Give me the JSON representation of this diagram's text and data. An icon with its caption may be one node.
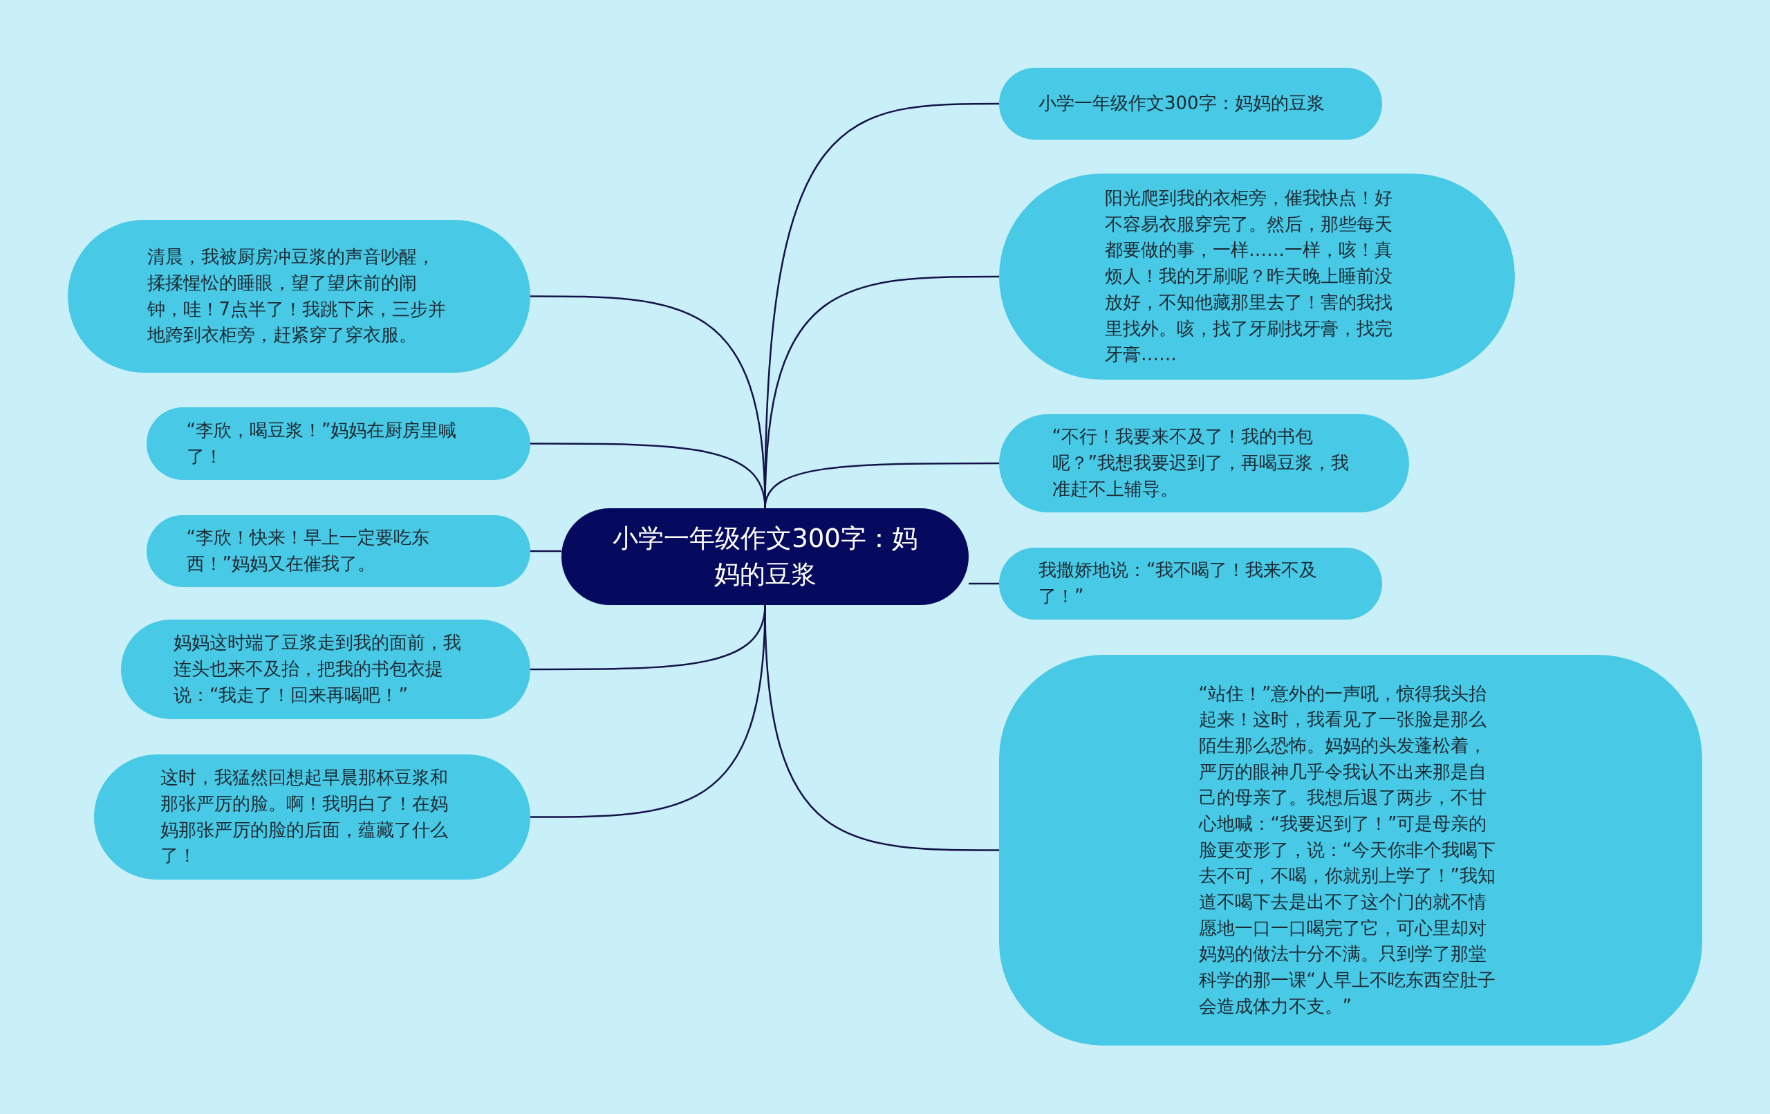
{
  "diagram": {
    "nodes": [
      {
        "text": [
          "小学一年级作文300字：妈妈的豆浆"
        ]
      },
      {
        "text": [
          "小学一年级作文300字：妈妈的豆浆"
        ]
      },
      {
        "text": [
          "阳光爬到我的衣柜旁，催我快点！好不容易衣服穿完了。然后，那些每天都要做的事，一样……一样，咳！真烦人！我的牙刷呢？昨天晚上睡前没放好，不知他藏那里去了！害的我找里找外。咳，找了牙刷找牙膏，找完牙膏……"
        ]
      },
      {
        "text": [
          "“不行！我要来不及了！我的书包呢？”我想我要迟到了，再喝豆浆，我准赶不上辅导。"
        ]
      },
      {
        "text": [
          "我撒娇地说：“我不喝了！我来不及了！”"
        ]
      },
      {
        "text": [
          "“站住！”意外的一声吼，惊得我头抬起来！这时，我看见了一张脸是那么陌生那么恐怖。妈妈的头发蓬松着，严厉的眼神几乎令我认不出来那是自己的母亲了。我想后退了两步，不甘心地喊：“我要迟到了！”可是母亲的脸更变形了，说：“今天你非个我喝下去不可，不喝，你就别上学了！”我知道不喝下去是出不了这个门的就不情愿地一口一口喝完了它，可心里却对妈妈的做法十分不满。只到学了那堂科学的那一课“人早上不吃东西空肚子会造成体力不支。”"
        ]
      },
      {
        "text": [
          "清晨，我被厨房冲豆浆的声音吵醒，揉揉惺忪的睡眼，望了望床前的闹钟，哇！7点半了！我跳下床，三步并地跨到衣柜旁，赶紧穿了穿衣服。"
        ]
      },
      {
        "text": [
          "“李欣，喝豆浆！”妈妈在厨房里喊了！"
        ]
      },
      {
        "text": [
          "“李欣！快来！早上一定要吃东西！”妈妈又在催我了。"
        ]
      },
      {
        "text": [
          "妈妈这时端了豆浆走到我的面前，我连头也来不及抬，把我的书包衣提说：“我走了！回来再喝吧！”"
        ]
      },
      {
        "text": [
          "这时，我猛然回想起早晨那杯豆浆和那张严厉的脸。啊！我明白了！在妈妈那张严厉的脸的后面，蕴藏了什么了！"
        ]
      }
    ],
    "edges": [
      {
        "from": 0,
        "to": 1,
        "arrow": "none"
      },
      {
        "from": 0,
        "to": 2,
        "arrow": "none"
      },
      {
        "from": 0,
        "to": 3,
        "arrow": "none"
      },
      {
        "from": 0,
        "to": 4,
        "arrow": "none"
      },
      {
        "from": 0,
        "to": 5,
        "arrow": "none"
      },
      {
        "from": 0,
        "to": 6,
        "arrow": "none"
      },
      {
        "from": 0,
        "to": 7,
        "arrow": "none"
      },
      {
        "from": 0,
        "to": 8,
        "arrow": "none"
      },
      {
        "from": 0,
        "to": 9,
        "arrow": "none"
      },
      {
        "from": 0,
        "to": 10,
        "arrow": "none"
      }
    ]
  }
}
